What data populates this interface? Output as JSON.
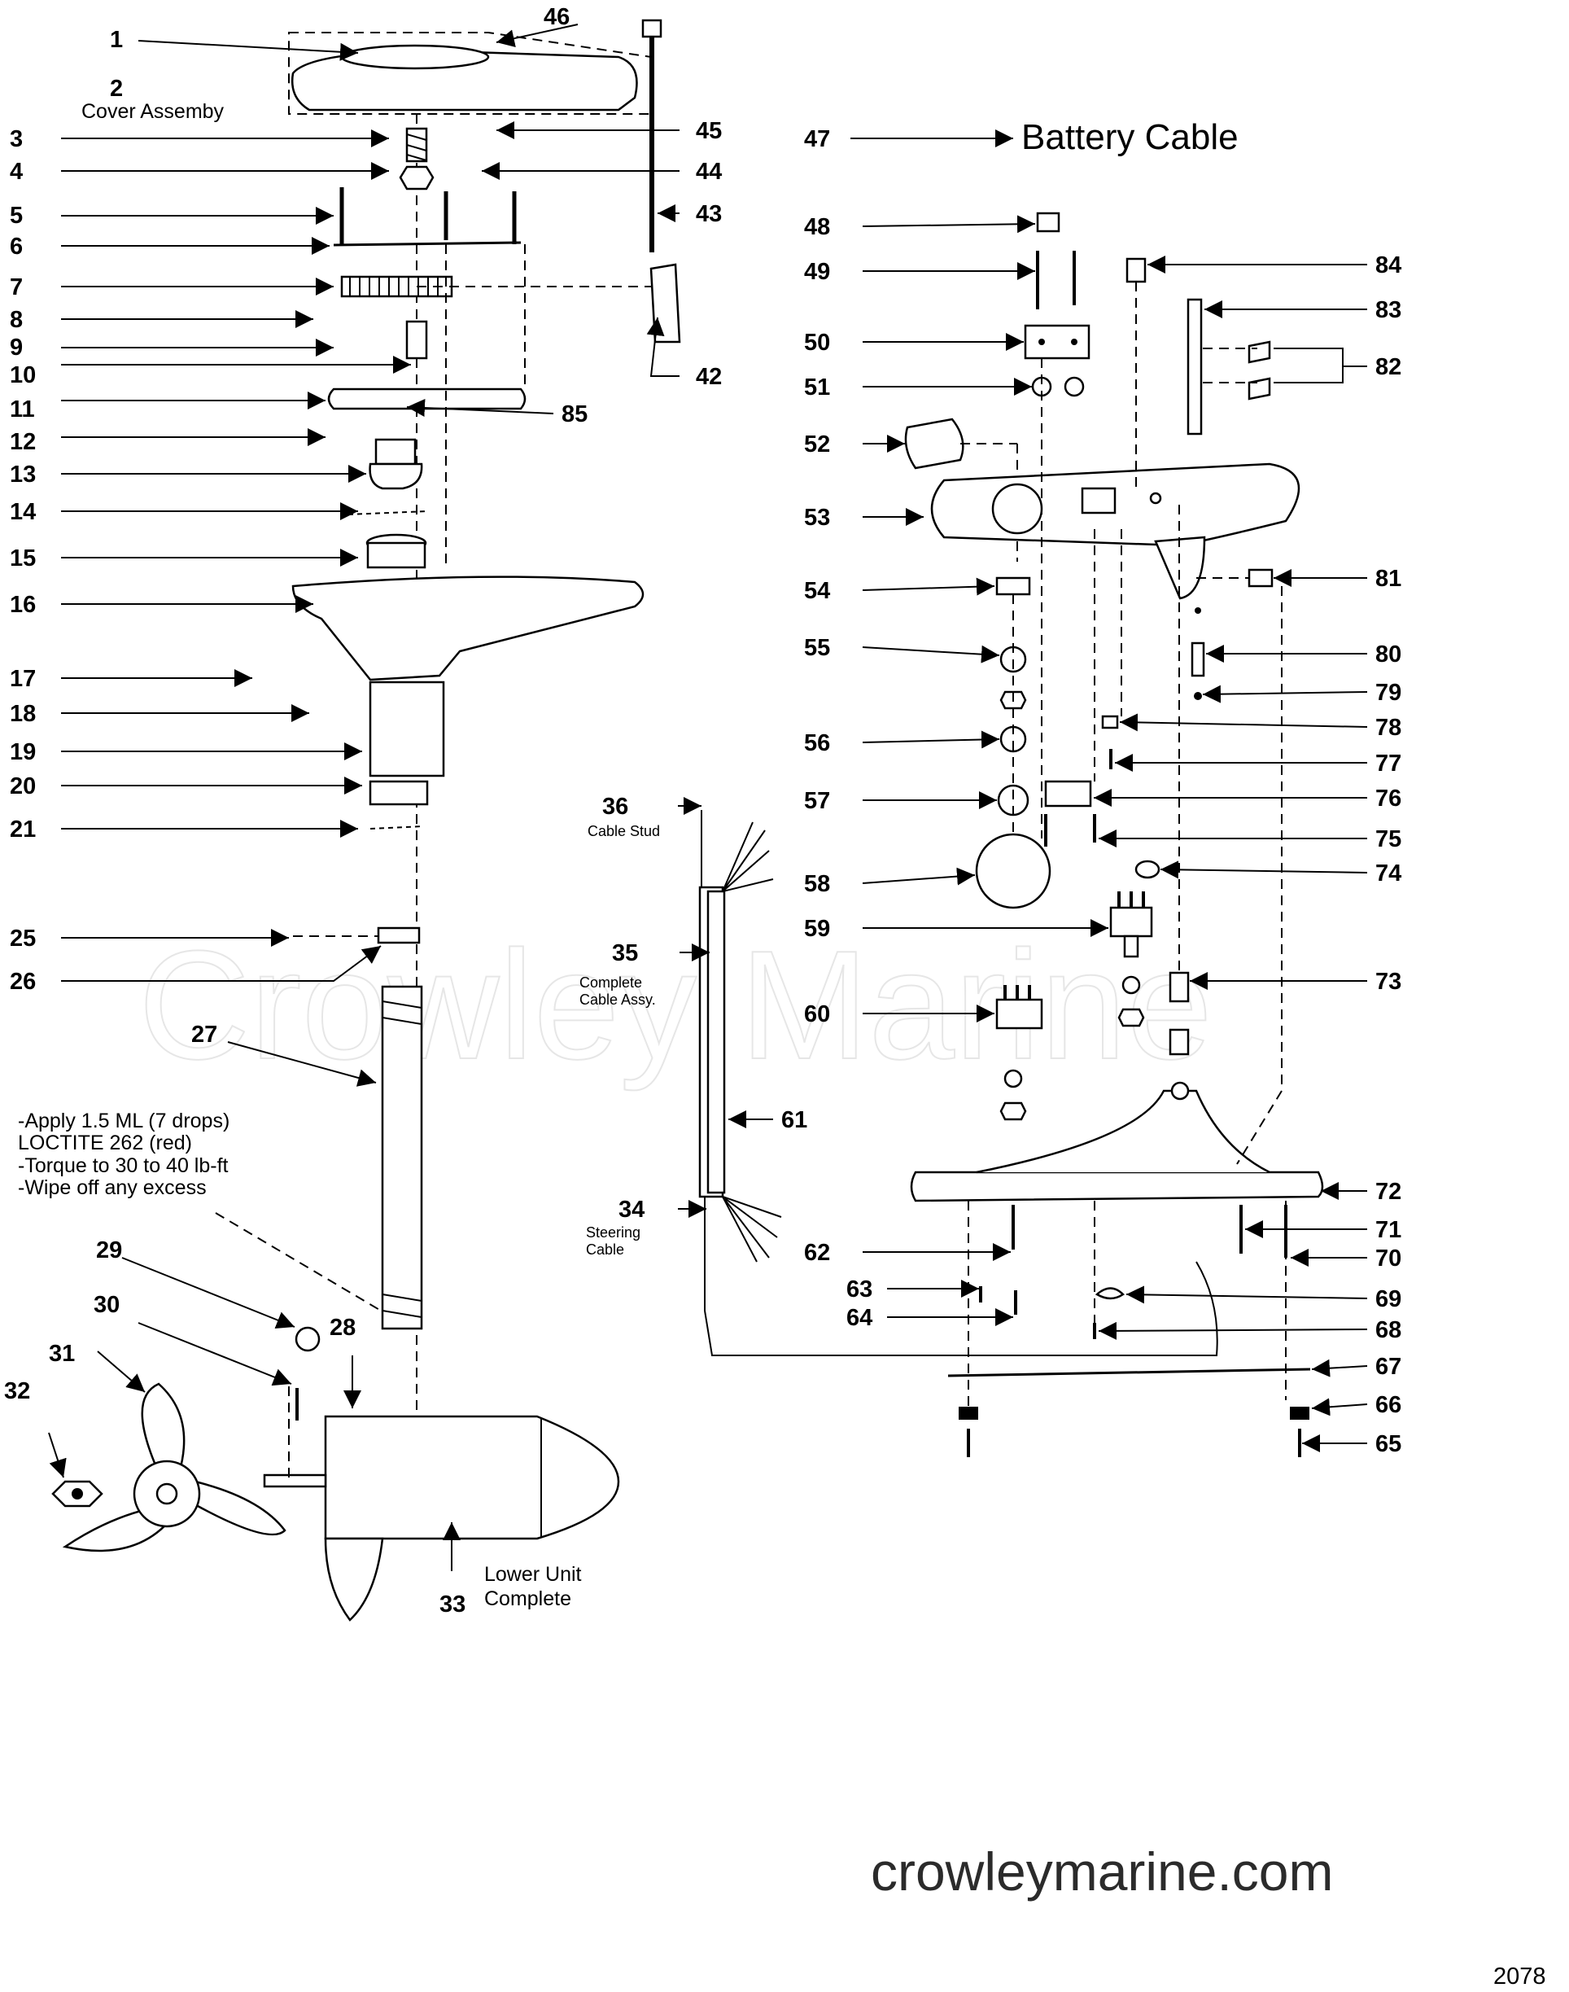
{
  "watermark": "Crowley Marine",
  "site": "crowleymarine.com",
  "page_number": "2078",
  "captions": {
    "cover_assembly": "Cover Assemby",
    "battery_cable": "Battery Cable",
    "cable_stud": "Cable Stud",
    "complete_cable_1": "Complete",
    "complete_cable_2": "Cable Assy.",
    "steering_1": "Steering",
    "steering_2": "Cable",
    "lower_unit_1": "Lower Unit",
    "lower_unit_2": "Complete"
  },
  "note_lines": [
    "-Apply 1.5 ML (7 drops)",
    " LOCTITE 262 (red)",
    "-Torque to 30 to 40 lb-ft",
    "-Wipe off any excess"
  ],
  "callouts": [
    "1",
    "2",
    "3",
    "4",
    "5",
    "6",
    "7",
    "8",
    "9",
    "10",
    "11",
    "12",
    "13",
    "14",
    "15",
    "16",
    "17",
    "18",
    "19",
    "20",
    "21",
    "25",
    "26",
    "27",
    "28",
    "29",
    "30",
    "31",
    "32",
    "33",
    "34",
    "35",
    "36",
    "42",
    "43",
    "44",
    "45",
    "46",
    "47",
    "48",
    "49",
    "50",
    "51",
    "52",
    "53",
    "54",
    "55",
    "56",
    "57",
    "58",
    "59",
    "60",
    "61",
    "62",
    "63",
    "64",
    "65",
    "66",
    "67",
    "68",
    "69",
    "70",
    "71",
    "72",
    "73",
    "74",
    "75",
    "76",
    "77",
    "78",
    "79",
    "80",
    "81",
    "82",
    "83",
    "84",
    "85"
  ]
}
